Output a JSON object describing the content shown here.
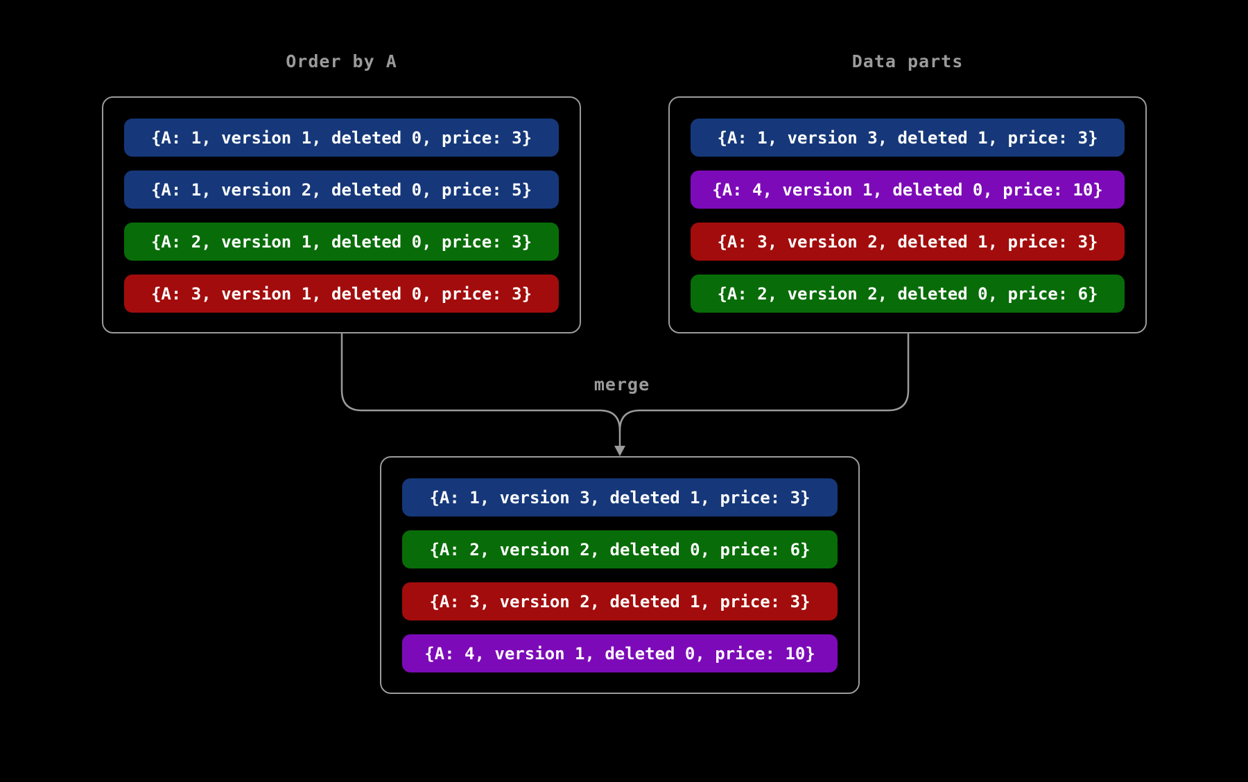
{
  "palette": {
    "blue": "#16387a",
    "green": "#086d08",
    "red": "#a30c0c",
    "purple": "#7d0ab8",
    "line": "#9b9b9b",
    "row_text": "#ffffff",
    "background": "#000000"
  },
  "left_box": {
    "title": "Order by A",
    "rows": [
      {
        "text": "{A: 1, version 1, deleted 0, price: 3}",
        "color": "blue"
      },
      {
        "text": "{A: 1, version 2, deleted 0, price: 5}",
        "color": "blue"
      },
      {
        "text": "{A: 2, version 1, deleted 0, price: 3}",
        "color": "green"
      },
      {
        "text": "{A: 3, version 1, deleted 0, price: 3}",
        "color": "red"
      }
    ]
  },
  "right_box": {
    "title": "Data parts",
    "rows": [
      {
        "text": "{A: 1, version 3, deleted 1, price: 3}",
        "color": "blue"
      },
      {
        "text": "{A: 4, version 1, deleted 0, price: 10}",
        "color": "purple"
      },
      {
        "text": "{A: 3, version 2, deleted 1, price: 3}",
        "color": "red"
      },
      {
        "text": "{A: 2, version 2, deleted 0, price: 6}",
        "color": "green"
      }
    ]
  },
  "merge_label": "merge",
  "merged_box": {
    "rows": [
      {
        "text": "{A: 1, version 3, deleted 1, price: 3}",
        "color": "blue"
      },
      {
        "text": "{A: 2, version 2, deleted 0, price: 6}",
        "color": "green"
      },
      {
        "text": "{A: 3, version 2, deleted 1, price: 3}",
        "color": "red"
      },
      {
        "text": "{A: 4, version 1, deleted 0, price: 10}",
        "color": "purple"
      }
    ]
  }
}
